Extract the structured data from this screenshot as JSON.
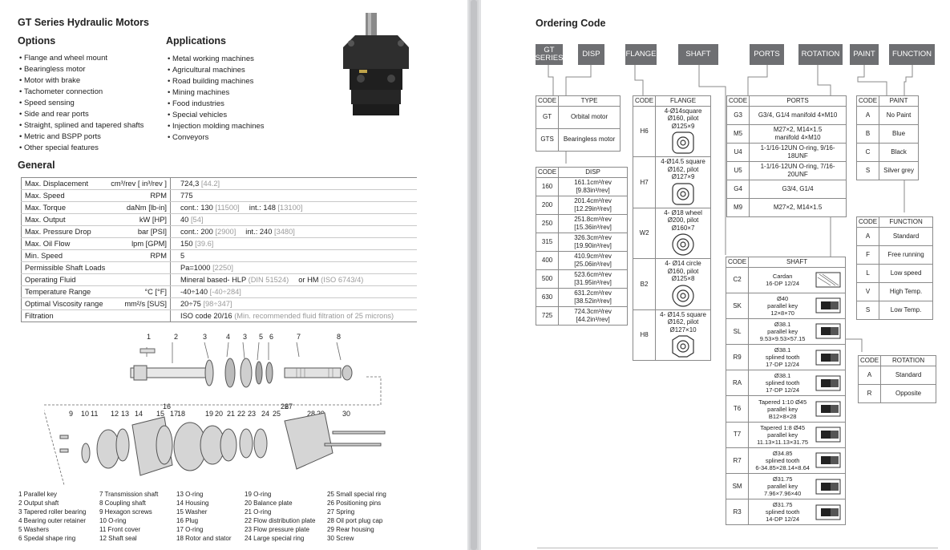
{
  "left": {
    "title": "GT Series Hydraulic Motors",
    "options_heading": "Options",
    "options": [
      "Flange and wheel mount",
      "Bearingless motor",
      "Motor with brake",
      "Tachometer connection",
      "Speed sensing",
      "Side and rear ports",
      "Straight, splined and tapered shafts",
      "Metric and BSPP ports",
      "Other special features"
    ],
    "applications_heading": "Applications",
    "applications": [
      "Metal working machines",
      "Agricultural machines",
      "Road building machines",
      "Mining machines",
      "Food industries",
      "Special vehicles",
      "Injection molding machines",
      "Conveyors"
    ],
    "general_heading": "General",
    "general_rows": [
      {
        "label": "Max. Displacement",
        "unit": "cm³/rev [ in³/rev ]",
        "value": "724,3",
        "value_gray": "[44.2]",
        "extra": "",
        "extra_gray": ""
      },
      {
        "label": "Max. Speed",
        "unit": "RPM",
        "value": "775",
        "value_gray": "",
        "extra": "",
        "extra_gray": ""
      },
      {
        "label": "Max. Torque",
        "unit": "daNm [lb-in]",
        "value": "cont.: 130",
        "value_gray": "[11500]",
        "extra": "int.: 148",
        "extra_gray": "[13100]"
      },
      {
        "label": "Max. Output",
        "unit": "kW [HP]",
        "value": "40",
        "value_gray": "[54]",
        "extra": "",
        "extra_gray": ""
      },
      {
        "label": "Max. Pressure Drop",
        "unit": "bar [PSI]",
        "value": "cont.: 200",
        "value_gray": "[2900]",
        "extra": "int.: 240",
        "extra_gray": "[3480]"
      },
      {
        "label": "Max. Oil Flow",
        "unit": "lpm [GPM]",
        "value": "150",
        "value_gray": "[39.6]",
        "extra": "",
        "extra_gray": ""
      },
      {
        "label": "Min. Speed",
        "unit": "RPM",
        "value": "5",
        "value_gray": "",
        "extra": "",
        "extra_gray": ""
      },
      {
        "label": "Permissible Shaft Loads",
        "unit": "",
        "value": "Pa=1000",
        "value_gray": "[2250]",
        "extra": "",
        "extra_gray": ""
      },
      {
        "label": "Operating Fluid",
        "unit": "",
        "value": "Mineral based- HLP",
        "value_gray": "(DIN 51524)",
        "extra": "or HM",
        "extra_gray": "(ISO 6743/4)"
      },
      {
        "label": "Temperature Range",
        "unit": "°C [°F]",
        "value": "-40÷140",
        "value_gray": "[-40÷284]",
        "extra": "",
        "extra_gray": ""
      },
      {
        "label": "Optimal Viscosity range",
        "unit": "mm²/s [SUS]",
        "value": "20÷75",
        "value_gray": "[98÷347]",
        "extra": "",
        "extra_gray": ""
      },
      {
        "label": "Filtration",
        "unit": "",
        "value": "ISO code 20/16",
        "value_gray": "(Min. recommended fluid filtration of 25 microns)",
        "extra": "",
        "extra_gray": ""
      }
    ],
    "top_numbers": [
      "1",
      "2",
      "3",
      "4",
      "3",
      "5",
      "6",
      "7",
      "8"
    ],
    "bottom_numbers": [
      "9",
      "10",
      "11",
      "12",
      "13",
      "14",
      "15",
      "16",
      "17",
      "18",
      "19",
      "20",
      "21",
      "22",
      "23",
      "24",
      "25",
      "26",
      "27",
      "28",
      "29",
      "30"
    ],
    "parts": [
      [
        "1 Parallel key",
        "2 Output shaft",
        "3 Tapered roller bearing",
        "4 Bearing outer retainer",
        "5 Washers",
        "6 Spedal shape ring"
      ],
      [
        "7 Transmission shaft",
        "8 Coupling shaft",
        "9 Hexagon screws",
        "10 O-ring",
        "11 Front cover",
        "12 Shaft seal"
      ],
      [
        "13 O-ring",
        "14 Housing",
        "15 Washer",
        "16 Plug",
        "17 O-ring",
        "18 Rotor and stator"
      ],
      [
        "19 O-ring",
        "20 Balance plate",
        "21 O-ring",
        "22 Flow distribution plate",
        "23 Flow pressure plate",
        "24 Large special ring"
      ],
      [
        "25 Small special ring",
        "26 Positioning pins",
        "27 Spring",
        "28 Oil port plug cap",
        "29 Rear housing",
        "30 Screw"
      ]
    ]
  },
  "right": {
    "title": "Ordering Code",
    "boxes": [
      "GT SERIES",
      "DISP",
      "FLANGE",
      "SHAFT",
      "PORTS",
      "ROTATION",
      "PAINT",
      "FUNCTION"
    ],
    "code_label": "CODE",
    "type_table": {
      "head": "TYPE",
      "rows": [
        [
          "GT",
          "Orbital motor"
        ],
        [
          "GTS",
          "Bearingless motor"
        ]
      ]
    },
    "disp_table": {
      "head": "DISP",
      "rows": [
        [
          "160",
          "161.1cm³/rev",
          "[9.83in³/rev]"
        ],
        [
          "200",
          "201.4cm³/rev",
          "[12.29in³/rev]"
        ],
        [
          "250",
          "251.8cm³/rev",
          "[15.36in³/rev]"
        ],
        [
          "315",
          "326.3cm³/rev",
          "[19.90in³/rev]"
        ],
        [
          "400",
          "410.9cm³/rev",
          "[25.06in³/rev]"
        ],
        [
          "500",
          "523.6cm³/rev",
          "[31.95in³/rev]"
        ],
        [
          "630",
          "631.2cm³/rev",
          "[38.52in³/rev]"
        ],
        [
          "725",
          "724.3cm³/rev",
          "[44.2in³/rev]"
        ]
      ]
    },
    "flange_table": {
      "head": "FLANGE",
      "rows": [
        [
          "H6",
          "4-Ø14square",
          "Ø160, pilot Ø125×9"
        ],
        [
          "H7",
          "4-Ø14.5 square",
          "Ø162, pilot Ø127×9"
        ],
        [
          "W2",
          "4- Ø18 wheel",
          "Ø200, pilot Ø160×7"
        ],
        [
          "B2",
          "4- Ø14 circle",
          "Ø160, pilot Ø125×8"
        ],
        [
          "H8",
          "4- Ø14.5 square",
          "Ø162, pilot Ø127×10"
        ]
      ]
    },
    "ports_table": {
      "head": "PORTS",
      "rows": [
        [
          "G3",
          "G3/4, G1/4 manifold 4×M10"
        ],
        [
          "M5",
          "M27×2, M14×1.5",
          "manifold 4×M10"
        ],
        [
          "U4",
          "1-1/16-12UN O-ring, 9/16-18UNF"
        ],
        [
          "U5",
          "1-1/16-12UN O-ring, 7/16-20UNF"
        ],
        [
          "G4",
          "G3/4, G1/4"
        ],
        [
          "M9",
          "M27×2, M14×1.5"
        ]
      ]
    },
    "paint_table": {
      "head": "PAINT",
      "rows": [
        [
          "A",
          "No Paint"
        ],
        [
          "B",
          "Blue"
        ],
        [
          "C",
          "Black"
        ],
        [
          "S",
          "Silver grey"
        ]
      ]
    },
    "function_table": {
      "head": "FUNCTION",
      "rows": [
        [
          "A",
          "Standard"
        ],
        [
          "F",
          "Free running"
        ],
        [
          "L",
          "Low speed"
        ],
        [
          "V",
          "High Temp."
        ],
        [
          "S",
          "Low Temp."
        ]
      ]
    },
    "rotation_table": {
      "head": "ROTATION",
      "rows": [
        [
          "A",
          "Standard"
        ],
        [
          "R",
          "Opposite"
        ]
      ]
    },
    "shaft_table": {
      "head": "SHAFT",
      "rows": [
        [
          "C2",
          "Cardan",
          "16-DP 12/24",
          ""
        ],
        [
          "SK",
          "Ø40",
          "parallel key",
          "12×8×70"
        ],
        [
          "SL",
          "Ø38.1",
          "parallel key",
          "9.53×9.53×57.15"
        ],
        [
          "R9",
          "Ø38.1",
          "splined tooth",
          "17-DP 12/24"
        ],
        [
          "RA",
          "Ø38.1",
          "splined tooth",
          "17-DP 12/24"
        ],
        [
          "T6",
          "Tapered 1:10 Ø45",
          "parallel key",
          "B12×8×28"
        ],
        [
          "T7",
          "Tapered 1:8 Ø45",
          "parallel key",
          "11.13×11.13×31.75"
        ],
        [
          "R7",
          "Ø34.85",
          "splined tooth",
          "6-34.85×28.14×8.64"
        ],
        [
          "SM",
          "Ø31.75",
          "parallel key",
          "7.96×7.96×40"
        ],
        [
          "R3",
          "Ø31.75",
          "splined tooth",
          "14-DP 12/24"
        ]
      ]
    }
  }
}
